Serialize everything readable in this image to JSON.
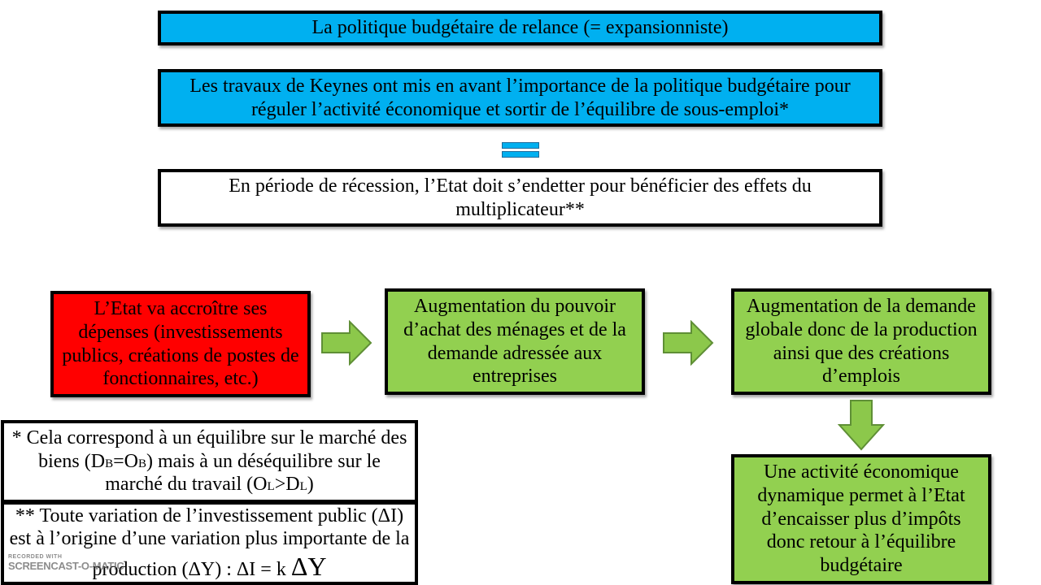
{
  "title": "La politique budgétaire de relance (= expansionniste)",
  "keynes_text": "Les travaux de Keynes ont mis en avant l’importance de la politique budgétaire pour réguler l’activité économique et sortir de l’équilibre de sous-emploi*",
  "recession_text": "En période de récession, l’Etat doit s’endetter pour bénéficier des effets du multiplicateur**",
  "flow": {
    "state_spending": "L’Etat va accroître ses dépenses (investissements publics, créations de postes de fonctionnaires, etc.)",
    "purchasing_power": "Augmentation du pouvoir d’achat des ménages et de la demande adressée aux entreprises",
    "global_demand": "Augmentation de la demande globale donc de la production ainsi que des créations d’emplois",
    "tax_revenue": "Une activité économique dynamique permet à l’Etat d’encaisser plus d’impôts donc retour à l’équilibre budgétaire"
  },
  "note1": {
    "line_a": "* Cela correspond à un équilibre sur le marché des biens (D",
    "sub_b1": "B",
    "eq": "=O",
    "sub_b2": "B",
    "line_b": ") mais à un déséquilibre sur le marché du travail (O",
    "sub_l1": "L",
    "gt": ">D",
    "sub_l2": "L",
    "close": ")"
  },
  "note2": {
    "text": "** Toute variation de l’investissement public (ΔI) est à l’origine d’une variation plus importante de la production (ΔY) : ΔI = k ",
    "delta_y": "ΔY"
  },
  "watermark": {
    "line1": "RECORDED WITH",
    "line2": "SCREENCAST-O-MATIC"
  },
  "colors": {
    "blue": "#00b0f0",
    "red": "#ff0000",
    "green": "#92d050",
    "arrow_green": "#8cc84b"
  }
}
